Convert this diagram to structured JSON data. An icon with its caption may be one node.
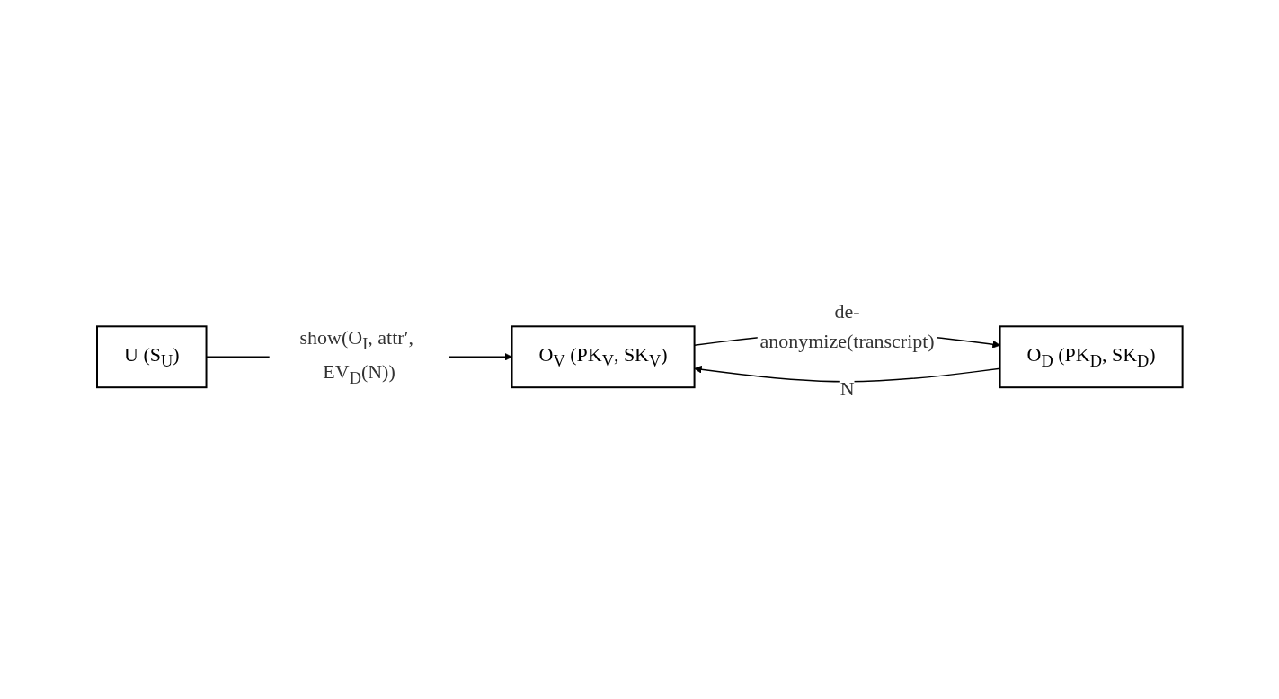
{
  "diagram": {
    "nodes": [
      {
        "text": [
          "U (S$_{U}$)"
        ]
      },
      {
        "text": [
          "O$_{V}$ (PK$_{V}$, SK$_{V}$)"
        ]
      },
      {
        "text": [
          "O$_{D}$ (PK$_{D}$, SK$_{D}$)"
        ]
      }
    ],
    "edges": [
      {
        "from": 0,
        "to": 1,
        "arrow": "to",
        "label": "show(O$_{I}$, attr′, EV$_{D}$(N))"
      },
      {
        "from": 1,
        "to": 2,
        "arrow": "to",
        "label": "de-anonymize(transcript)"
      },
      {
        "from": 2,
        "to": 1,
        "arrow": "to",
        "label": "N"
      }
    ]
  }
}
